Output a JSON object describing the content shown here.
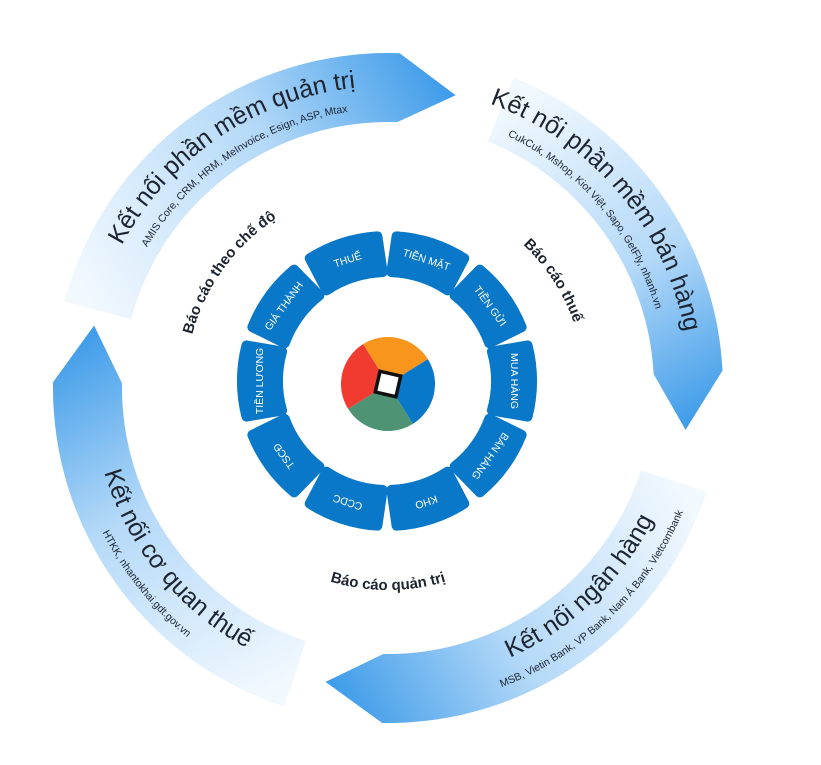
{
  "connections": [
    {
      "id": "management-software",
      "title": "Kết nối phần mềm quản trị",
      "subtitle": "AMIS Core, CRM, HRM, MeInvoice, Esign, ASP, Mtax"
    },
    {
      "id": "sales-software",
      "title": "Kết nối phần mềm bán hàng",
      "subtitle": "CukCuk, Mshop, Kiot Việt, Sapo, GetFly, nhanh.vn"
    },
    {
      "id": "bank",
      "title": "Kết nối ngân hàng",
      "subtitle": "MSB, Vietin Bank, VP Bank, Nam Á Bank, Vietcombank"
    },
    {
      "id": "tax-authority",
      "title": "Kết nối cơ quan thuế",
      "subtitle": "HTKK, nhantokhai.gdt.gov.vn"
    }
  ],
  "report_labels": {
    "regime": "Báo cáo theo chế độ",
    "tax": "Báo cáo thuế",
    "management": "Báo cáo quản trị"
  },
  "modules": [
    "TIỀN MẶT",
    "TIỀN GỬI",
    "MUA HÀNG",
    "BÁN HÀNG",
    "KHO",
    "CCDC",
    "TSCĐ",
    "TIỀN LƯƠNG",
    "GIÁ THÀNH",
    "THUẾ"
  ],
  "colors": {
    "tile": "#0a78c8",
    "arrow_head": "#3d9be9",
    "arrow_tail": "#f1f8fe",
    "text": "#1d2430",
    "logo_red": "#f23b30",
    "logo_orange": "#f7951d",
    "logo_blue": "#0a78c8",
    "logo_green": "#4e9474"
  }
}
